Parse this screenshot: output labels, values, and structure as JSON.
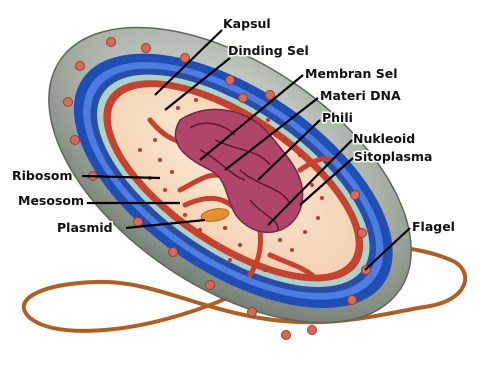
{
  "diagram": {
    "labels": {
      "kapsul": "Kapsul",
      "dinding_sel": "Dinding Sel",
      "membran_sel": "Membran Sel",
      "materi_dna": "Materi DNA",
      "phili": "Phili",
      "nukleoid": "Nukleoid",
      "sitoplasma": "Sitoplasma",
      "ribosom": "Ribosom",
      "mesosom": "Mesosom",
      "plasmid": "Plasmid",
      "flagel": "Flagel"
    },
    "colors": {
      "capsule": "#9aa39a",
      "cell_wall": "#1f4fb4",
      "membrane": "#c8412e",
      "cytoplasm": "#f6dcc0",
      "ribosome": "#c0392b",
      "flagellum": "#b05e22",
      "nucleoid": "#b0456b",
      "plasmid": "#e8902a"
    }
  }
}
